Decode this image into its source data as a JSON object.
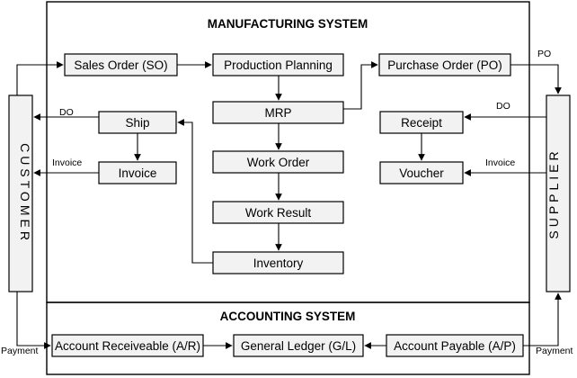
{
  "manufacturing_title": "MANUFACTURING SYSTEM",
  "accounting_title": "ACCOUNTING SYSTEM",
  "customer_label": "CUSTOMER",
  "supplier_label": "SUPPLIER",
  "boxes": {
    "sales_order": "Sales Order (SO)",
    "production_planning": "Production Planning",
    "purchase_order": "Purchase Order (PO)",
    "mrp": "MRP",
    "ship": "Ship",
    "receipt": "Receipt",
    "invoice": "Invoice",
    "voucher": "Voucher",
    "work_order": "Work Order",
    "work_result": "Work Result",
    "inventory": "Inventory",
    "account_receivable": "Account Receiveable (A/R)",
    "general_ledger": "General Ledger (G/L)",
    "account_payable": "Account Payable (A/P)"
  },
  "edge_labels": {
    "do_customer": "DO",
    "invoice_customer": "Invoice",
    "po_supplier": "PO",
    "do_supplier": "DO",
    "invoice_supplier": "Invoice",
    "payment_customer": "Payment",
    "payment_supplier": "Payment"
  },
  "colors": {
    "box_fill": "#f2f2f2",
    "stroke": "#000000",
    "background": "#ffffff"
  }
}
